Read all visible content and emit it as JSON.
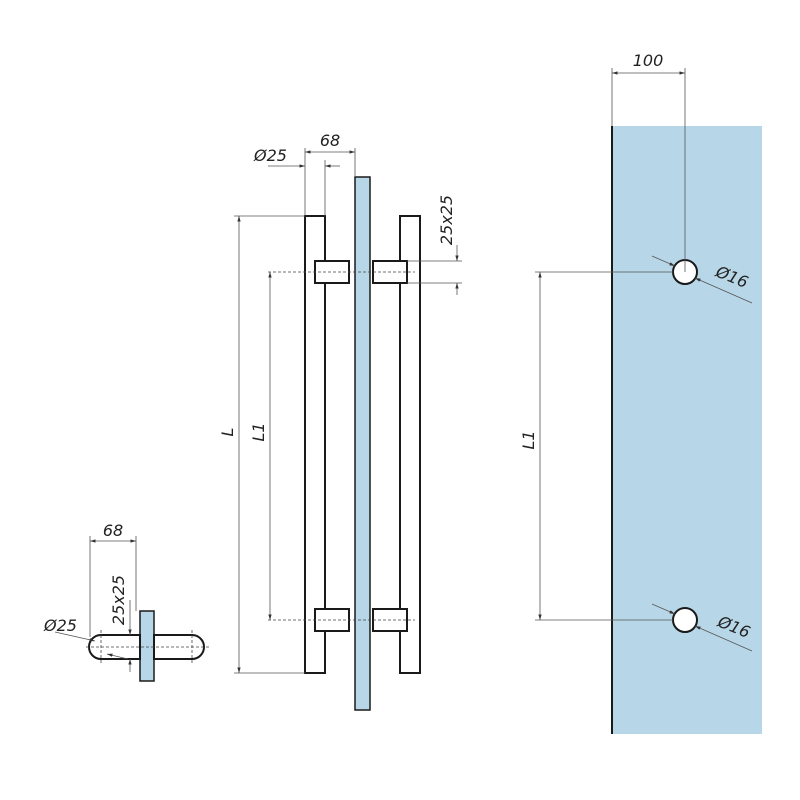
{
  "colors": {
    "glass": "#b7d7e8",
    "outline": "#1a1a1a",
    "hole": "#ffffff",
    "dimension": "#555555"
  },
  "top_view": {
    "dim_depth": "68",
    "dim_section": "25x25",
    "dim_diameter": "Ø25"
  },
  "front_view": {
    "dim_diameter": "Ø25",
    "dim_depth": "68",
    "dim_section": "25x25",
    "dim_total_length": "L",
    "dim_hole_spacing": "L1"
  },
  "glass_view": {
    "dim_edge_distance": "100",
    "dim_hole_spacing": "L1",
    "dim_hole_top": "Ø16",
    "dim_hole_bottom": "Ø16"
  }
}
